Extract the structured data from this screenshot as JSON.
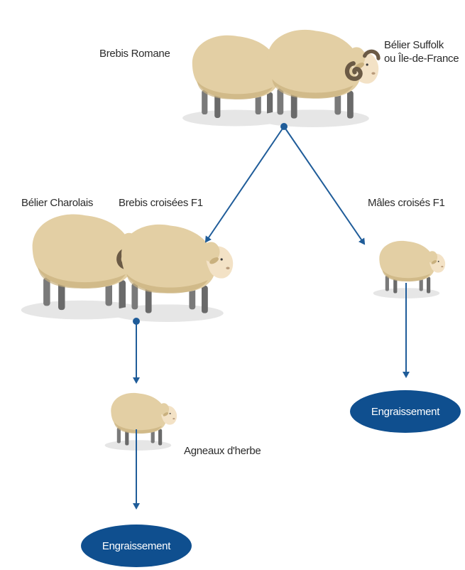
{
  "labels": {
    "brebis_romane": "Brebis Romane",
    "belier_suffolk_line1": "Bélier Suffolk",
    "belier_suffolk_line2": "ou Île-de-France",
    "belier_charolais": "Bélier Charolais",
    "brebis_croisees": "Brebis croisées F1",
    "males_croises": "Mâles croisés F1",
    "agneaux_herbe": "Agneaux d'herbe"
  },
  "ovals": {
    "engraissement_right": "Engraissement",
    "engraissement_bottom": "Engraissement"
  },
  "colors": {
    "arrow": "#1f5c99",
    "oval": "#0f4f8f",
    "wool": "#e3cfa4",
    "wool_shade": "#c9b07e",
    "face": "#f3e2c6",
    "horn": "#6b5a45",
    "leg": "#6a6a6a",
    "shadow": "#e4e4e4"
  },
  "icons": {
    "sheep": "sheep-icon",
    "ram": "ram-icon",
    "lamb": "lamb-icon"
  }
}
